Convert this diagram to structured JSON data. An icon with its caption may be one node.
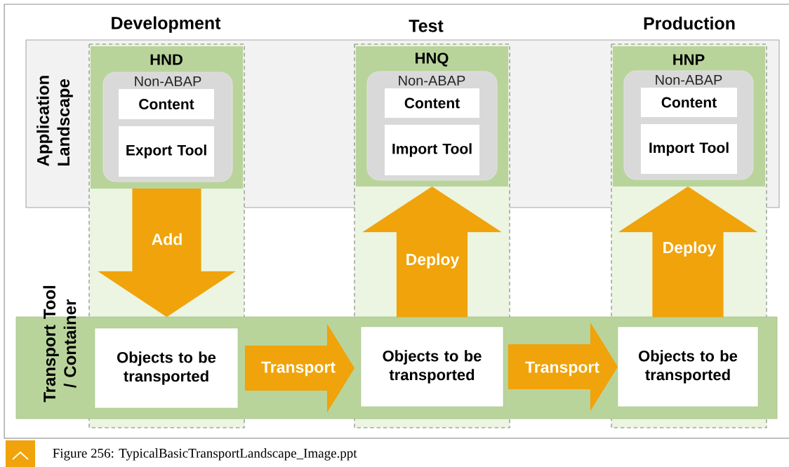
{
  "diagram": {
    "caption": "Figure 256: TypicalBasicTransportLandscape_Image.ppt",
    "nodes": [
      {
        "text": [
          "Application Landscape"
        ]
      },
      {
        "text": [
          "HND"
        ],
        "in": 0
      },
      {
        "text": [
          "Non-ABAP"
        ],
        "in": 1
      },
      {
        "text": [
          "Content"
        ],
        "in": 2
      },
      {
        "text": [
          "Export Tool"
        ],
        "in": 2
      },
      {
        "text": [
          "HNQ"
        ],
        "in": 0
      },
      {
        "text": [
          "Non-ABAP"
        ],
        "in": 5
      },
      {
        "text": [
          "Content"
        ],
        "in": 6
      },
      {
        "text": [
          "Import Tool"
        ],
        "in": 6
      },
      {
        "text": [
          "HNP"
        ],
        "in": 0
      },
      {
        "text": [
          "Non-ABAP"
        ],
        "in": 9
      },
      {
        "text": [
          "Content"
        ],
        "in": 10
      },
      {
        "text": [
          "Import Tool"
        ],
        "in": 10
      },
      {
        "text": [
          "Transport Tool / Container"
        ]
      },
      {
        "text": [
          "Objects to be transported"
        ],
        "in": 13
      },
      {
        "text": [
          "Objects to be transported"
        ],
        "in": 13
      },
      {
        "text": [
          "Objects to be transported"
        ],
        "in": 13
      }
    ],
    "edges": [
      {
        "from": 1,
        "to": 14,
        "arrow": "to",
        "label": "Add"
      },
      {
        "from": 14,
        "to": 15,
        "arrow": "to",
        "label": "Transport"
      },
      {
        "from": 15,
        "to": 5,
        "arrow": "to",
        "label": "Deploy"
      },
      {
        "from": 15,
        "to": 16,
        "arrow": "to",
        "label": "Transport"
      },
      {
        "from": 16,
        "to": 9,
        "arrow": "to",
        "label": "Deploy"
      }
    ],
    "labels": [
      "Development",
      "Test",
      "Production"
    ]
  }
}
